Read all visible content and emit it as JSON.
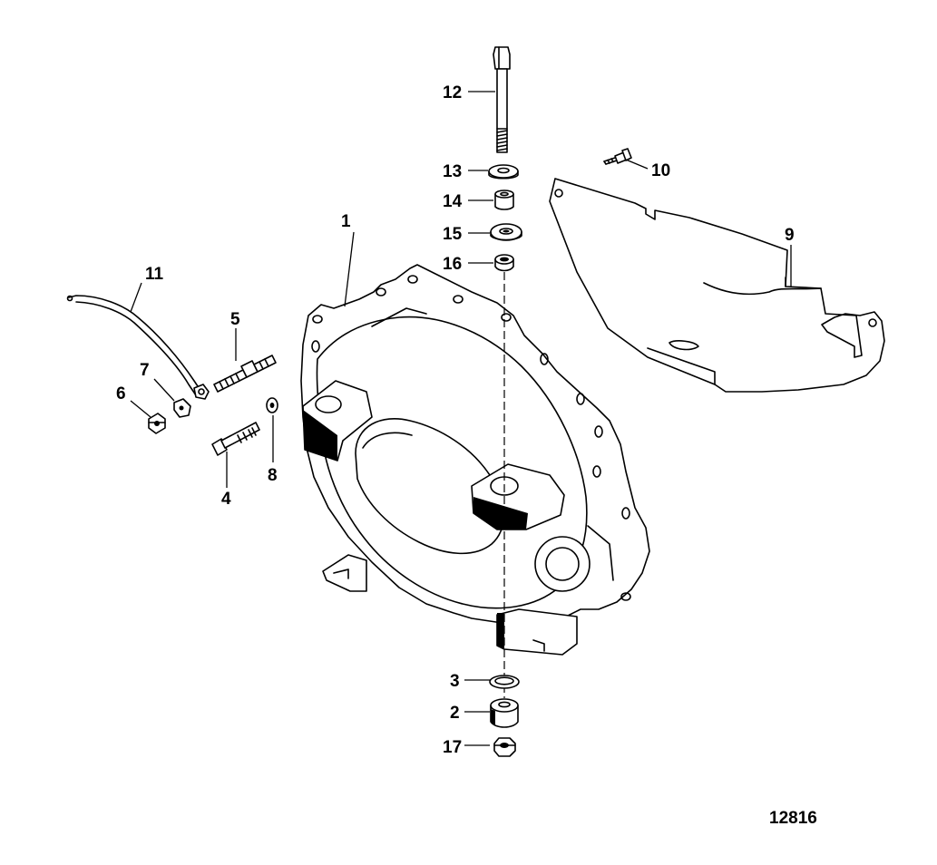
{
  "figure_number": "12816",
  "callouts": [
    {
      "id": "c1",
      "label": "1"
    },
    {
      "id": "c2",
      "label": "2"
    },
    {
      "id": "c3",
      "label": "3"
    },
    {
      "id": "c4",
      "label": "4"
    },
    {
      "id": "c5",
      "label": "5"
    },
    {
      "id": "c6",
      "label": "6"
    },
    {
      "id": "c7",
      "label": "7"
    },
    {
      "id": "c8",
      "label": "8"
    },
    {
      "id": "c9",
      "label": "9"
    },
    {
      "id": "c10",
      "label": "10"
    },
    {
      "id": "c11",
      "label": "11"
    },
    {
      "id": "c12",
      "label": "12"
    },
    {
      "id": "c13",
      "label": "13"
    },
    {
      "id": "c14",
      "label": "14"
    },
    {
      "id": "c15",
      "label": "15"
    },
    {
      "id": "c16",
      "label": "16"
    },
    {
      "id": "c17",
      "label": "17"
    }
  ]
}
